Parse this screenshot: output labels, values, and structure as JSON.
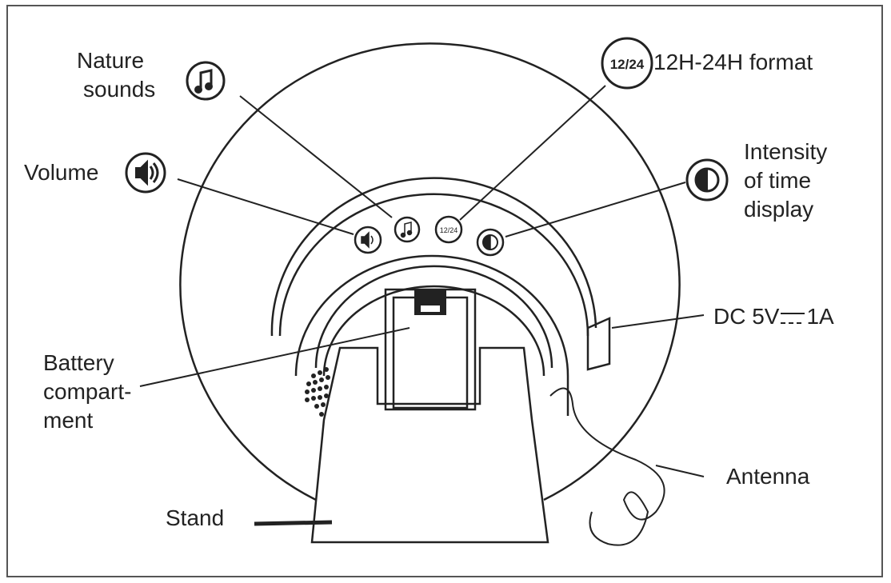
{
  "labels": {
    "nature_sounds": [
      "Nature",
      "sounds"
    ],
    "volume": "Volume",
    "format": "12H-24H format",
    "format_icon": "12/24",
    "intensity": [
      "Intensity",
      "of time",
      "display"
    ],
    "dc": "DC 5V",
    "dc_unit": "1A",
    "battery": [
      "Battery",
      "compart-",
      "ment"
    ],
    "antenna": "Antenna",
    "stand": "Stand"
  },
  "icons": {
    "nature_sounds": "music-note-icon",
    "volume": "speaker-icon",
    "format": "12-24-icon",
    "intensity": "contrast-icon"
  },
  "colors": {
    "line": "#222222",
    "frame": "#555555"
  }
}
